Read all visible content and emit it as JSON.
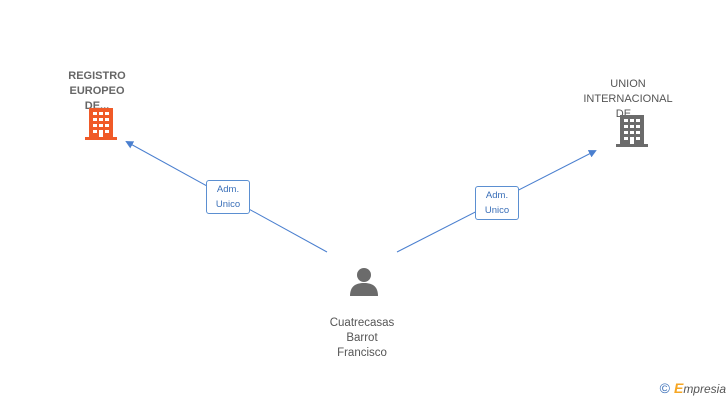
{
  "nodes": {
    "company_left": {
      "label": "REGISTRO\nEUROPEO\nDE...",
      "color": "#f05a28",
      "icon": "building-icon"
    },
    "company_right": {
      "label": "UNION\nINTERNACIONAL\nDE...",
      "color": "#6b6b6b",
      "icon": "building-icon"
    },
    "person": {
      "label": "Cuatrecasas\nBarrot\nFrancisco",
      "color": "#6b6b6b",
      "icon": "person-icon"
    }
  },
  "edges": [
    {
      "label": "Adm.\nUnico",
      "from": "person",
      "to": "company_left",
      "color": "#4a7fcf"
    },
    {
      "label": "Adm.\nUnico",
      "from": "person",
      "to": "company_right",
      "color": "#4a7fcf"
    }
  ],
  "footer": {
    "copyright": "©",
    "brand_initial": "E",
    "brand_rest": "mpresia"
  }
}
